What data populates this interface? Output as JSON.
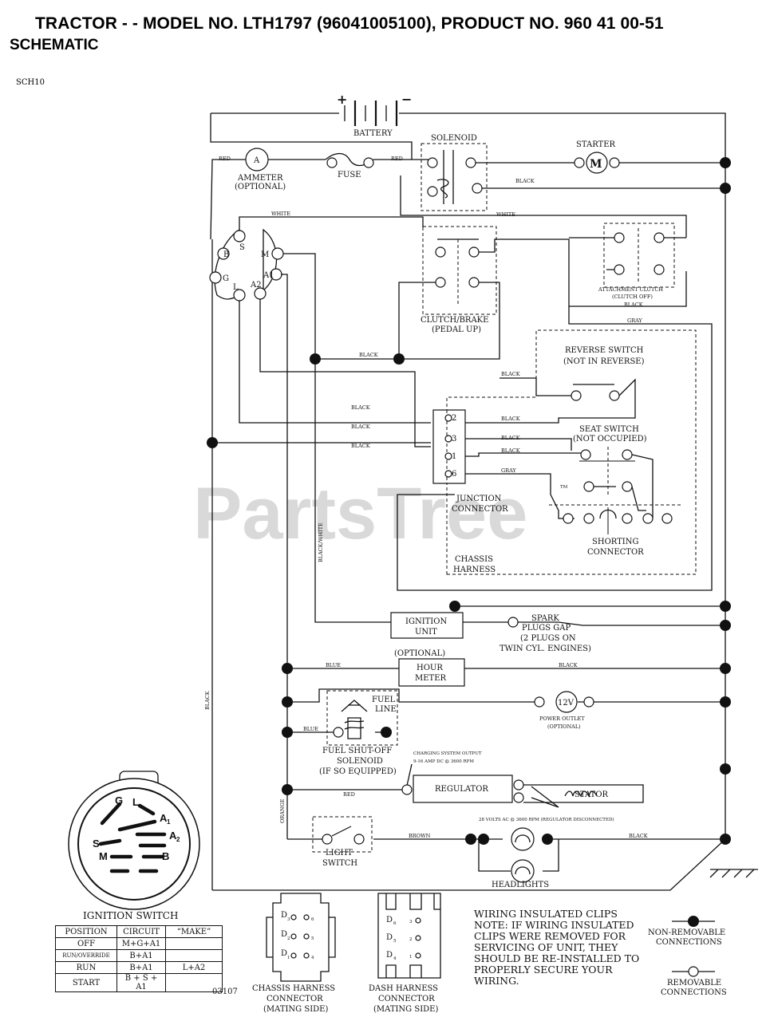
{
  "header": {
    "title": "TRACTOR - - MODEL NO. LTH1797 (96041005100), PRODUCT NO. 960 41 00-51",
    "subtitle": "SCHEMATIC",
    "code": "SCH10"
  },
  "watermark": "PartsTree",
  "watermark_tm": "TM",
  "components": {
    "battery": "BATTERY",
    "battery_plus": "+",
    "battery_minus": "−",
    "solenoid": "SOLENOID",
    "starter": "STARTER",
    "starter_motor": "M",
    "ammeter_symbol": "A",
    "ammeter": "AMMETER",
    "ammeter_optional": "(OPTIONAL)",
    "fuse": "FUSE",
    "attachment_clutch": "ATTACHMENT CLUTCH",
    "attachment_clutch_state": "(CLUTCH OFF)",
    "clutch_brake": "CLUTCH/BRAKE",
    "clutch_brake_state": "(PEDAL UP)",
    "reverse_switch": "REVERSE SWITCH",
    "reverse_switch_state": "(NOT IN REVERSE)",
    "seat_switch": "SEAT SWITCH",
    "seat_switch_state": "(NOT OCCUPIED)",
    "junction_connector_1": "JUNCTION",
    "junction_connector_2": "CONNECTOR",
    "shorting_connector_1": "SHORTING",
    "shorting_connector_2": "CONNECTOR",
    "chassis_harness_1": "CHASSIS",
    "chassis_harness_2": "HARNESS",
    "ignition_unit_1": "IGNITION",
    "ignition_unit_2": "UNIT",
    "spark_1": "SPARK",
    "spark_2": "PLUGS GAP",
    "spark_3": "(2 PLUGS ON",
    "spark_4": "TWIN CYL. ENGINES)",
    "hour_meter_optional": "(OPTIONAL)",
    "hour_meter_1": "HOUR",
    "hour_meter_2": "METER",
    "fuel_line_1": "FUEL",
    "fuel_line_2": "LINE",
    "power_outlet_symbol": "12V",
    "power_outlet": "POWER OUTLET",
    "power_outlet_optional": "(OPTIONAL)",
    "fuel_solenoid_1": "FUEL SHUT-OFF",
    "fuel_solenoid_2": "SOLENOID",
    "fuel_solenoid_3": "(IF SO EQUIPPED)",
    "charging_1": "CHARGING SYSTEM OUTPUT",
    "charging_2": "9-16 AMP DC @ 3600 RPM",
    "regulator": "REGULATOR",
    "stator": "STATOR",
    "stator_volts": "28 VOLTS AC @ 3600 RPM (REGULATOR DISCONNECTED)",
    "light_switch_1": "LIGHT",
    "light_switch_2": "SWITCH",
    "headlights": "HEADLIGHTS",
    "ignition_switch": "IGNITION SWITCH"
  },
  "ignition_terminals": [
    "B",
    "S",
    "M",
    "A1",
    "A2",
    "L",
    "G"
  ],
  "ignition_face_labels": [
    "G",
    "L",
    "A",
    "1",
    "A",
    "2",
    "S",
    "M",
    "B"
  ],
  "junction_pins": [
    "2",
    "3",
    "1",
    "6"
  ],
  "wires": {
    "red": "RED",
    "white": "WHITE",
    "black": "BLACK",
    "gray": "GRAY",
    "blue": "BLUE",
    "brown": "BROWN",
    "orange": "ORANGE",
    "black_white": "BLACK/WHITE"
  },
  "ignition_table": {
    "headers": [
      "POSITION",
      "CIRCUIT",
      "“MAKE”"
    ],
    "rows": [
      [
        "OFF",
        "M+G+A1",
        ""
      ],
      [
        "RUN/OVERRIDE",
        "B+A1",
        ""
      ],
      [
        "RUN",
        "B+A1",
        "L+A2"
      ],
      [
        "START",
        "B + S + A1",
        ""
      ]
    ]
  },
  "drawing_number": "03107",
  "connectors": {
    "chassis_1": "CHASSIS HARNESS",
    "chassis_2": "CONNECTOR",
    "chassis_3": "(MATING SIDE)",
    "chassis_pins": [
      "3",
      "6",
      "2",
      "5",
      "1",
      "4"
    ],
    "chassis_letter": "D",
    "dash_1": "DASH HARNESS",
    "dash_2": "CONNECTOR",
    "dash_3": "(MATING SIDE)",
    "dash_pins": [
      "6",
      "3",
      "5",
      "2",
      "4",
      "1"
    ],
    "dash_letter": "D"
  },
  "notes": {
    "lines": [
      "WIRING INSULATED CLIPS",
      "NOTE:  IF WIRING INSULATED",
      "CLIPS WERE REMOVED FOR",
      "SERVICING OF UNIT, THEY",
      "SHOULD BE RE-INSTALLED TO",
      "PROPERLY SECURE YOUR",
      "WIRING."
    ]
  },
  "legend": {
    "non_removable_1": "NON-REMOVABLE",
    "non_removable_2": "CONNECTIONS",
    "removable_1": "REMOVABLE",
    "removable_2": "CONNECTIONS"
  }
}
